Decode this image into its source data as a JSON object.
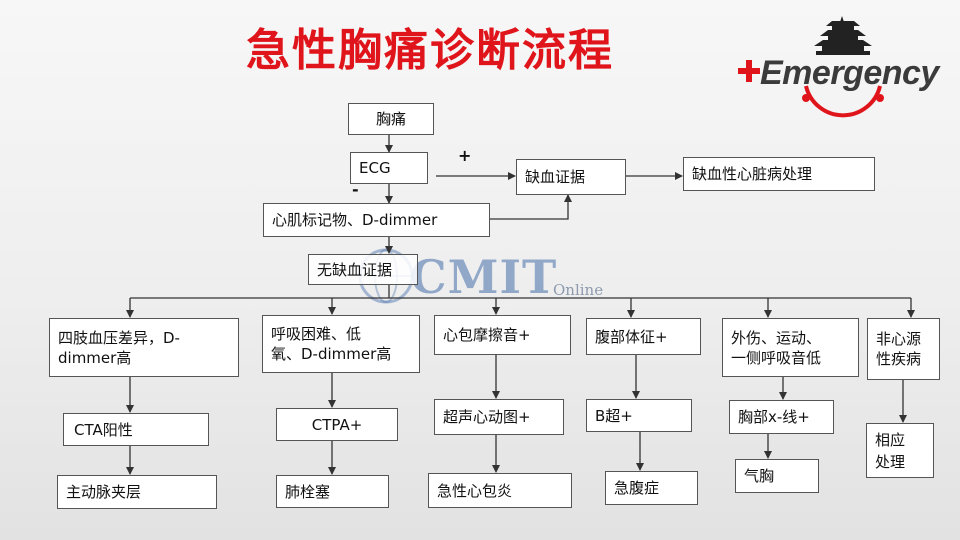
{
  "title": "急性胸痛诊断流程",
  "logo": {
    "text": "Emergency",
    "text_color": "#3b3b3b",
    "accent": "#e0151b"
  },
  "watermark": {
    "text": "CMIT",
    "sub": "Online"
  },
  "flow": {
    "chest_pain": "胸痛",
    "ecg": "ECG",
    "plus": "+",
    "minus": "-",
    "ischemia_evidence": "缺血证据",
    "ischemic_treatment": "缺血性心脏病处理",
    "markers": "心肌标记物、D-dimmer",
    "no_ischemia": "无缺血证据",
    "branches": [
      {
        "condition_line1": "四肢血压差异，D-",
        "condition_line2": "dimmer高",
        "test": "CTA阳性",
        "diagnosis": "主动脉夹层"
      },
      {
        "condition_line1": "呼吸困难、低",
        "condition_line2": "氧、D-dimmer高",
        "test": "CTPA+",
        "diagnosis": "肺栓塞"
      },
      {
        "condition_line1": "心包摩擦音+",
        "condition_line2": "",
        "test": "超声心动图+",
        "diagnosis": "急性心包炎"
      },
      {
        "condition_line1": "腹部体征+",
        "condition_line2": "",
        "test": "B超+",
        "diagnosis": "急腹症"
      },
      {
        "condition_line1": "外伤、运动、",
        "condition_line2": "一侧呼吸音低",
        "test": "胸部x-线+",
        "diagnosis": "气胸"
      },
      {
        "condition_line1": "非心源",
        "condition_line2": "性疾病",
        "test": "",
        "diagnosis": "相应处理"
      }
    ]
  },
  "colors": {
    "title": "#e0151b",
    "box_border": "#555555",
    "box_fill": "#ffffff",
    "arrow": "#333333"
  }
}
